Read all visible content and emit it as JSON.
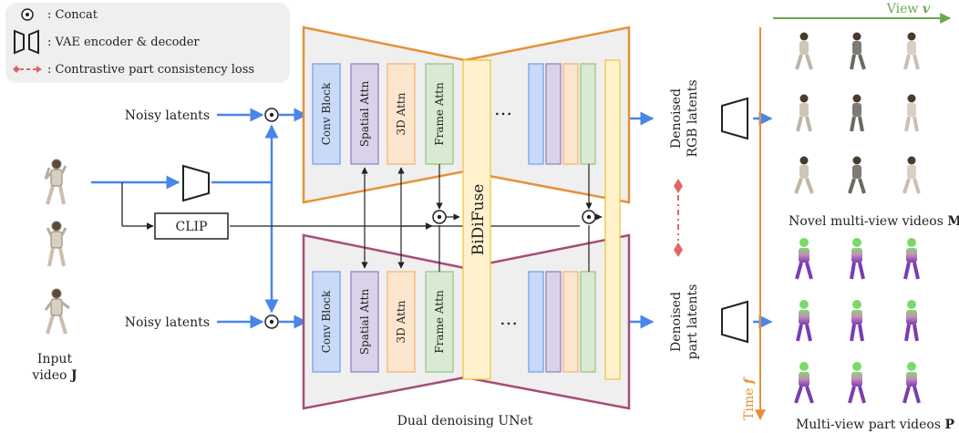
{
  "legend": {
    "concat": ": Concat",
    "vae": ": VAE encoder & decoder",
    "contrastive": ": Contrastive part consistency loss"
  },
  "inputs": {
    "noisy_top": "Noisy latents",
    "noisy_bottom": "Noisy latents",
    "clip": "CLIP",
    "input_video_line1": "Input",
    "input_video_line2": "video ",
    "input_video_bold": "J"
  },
  "unet": {
    "top_blocks": [
      "Conv Block",
      "Spatial Attn",
      "3D Attn",
      "Frame Attn"
    ],
    "bottom_blocks": [
      "Conv Block",
      "Spatial Attn",
      "3D Attn",
      "Frame Attn"
    ],
    "bidifuse": "BiDiFuse",
    "ellipsis_top": "…",
    "ellipsis_bottom": "…",
    "caption": "Dual denoising UNet"
  },
  "outputs": {
    "rgb_line1": "Denoised",
    "rgb_line2": "RGB latents",
    "part_line1": "Denoised",
    "part_line2": "part latents",
    "novel_videos": "Novel multi-view videos ",
    "novel_videos_bold": "M",
    "part_videos": "Multi-view part videos ",
    "part_videos_bold": "P",
    "view_axis": "View ",
    "view_symbol": "v",
    "time_axis": "Time ",
    "time_symbol": "f"
  },
  "colors": {
    "blue_arrow": "#4a86e8",
    "orange_unet": "#e69138",
    "purple_unet": "#a64d79",
    "green_axis": "#6aa84f",
    "orange_axis": "#e69138",
    "red_loss": "#e06666",
    "conv_block": "#c9daf8",
    "spatial_attn": "#d9d2e9",
    "attn_3d": "#fce5cd",
    "frame_attn": "#d9ead3",
    "bidifuse": "#fff2cc"
  }
}
